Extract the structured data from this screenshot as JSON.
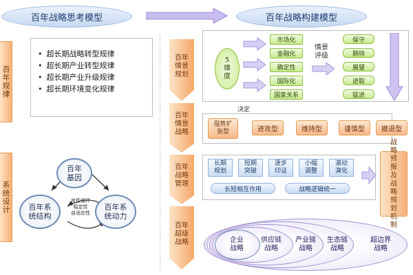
{
  "left_title": "百年战略思考模型",
  "right_title": "百年战略构建模型",
  "left_side_top": "百年规律",
  "left_side_bottom": "系统设计",
  "rules": [
    "超长期战略转型规律",
    "超长期产业转型规律",
    "超长期产业升级规律",
    "超长期环境变化规律"
  ],
  "system_circles": {
    "gene": "百年基因",
    "structure": "百年系统结构",
    "dynamics": "百年系统动力"
  },
  "center_labels": [
    "良性循环",
    "稳定性",
    "自适应性"
  ],
  "steps": [
    "百年情景规划",
    "百年情景战略",
    "百年战略管理",
    "百年超级战略"
  ],
  "five_dimension": "5维度",
  "dimensions": [
    "市场化",
    "金融化",
    "确定性",
    "国际化",
    "国家关系"
  ],
  "scenario_eval": "情景评级",
  "levels": [
    "保守",
    "期待",
    "展望",
    "进取",
    "猛进"
  ],
  "decision_label": "决定",
  "strategy_types": [
    "强势扩张型",
    "进攻型",
    "维持型",
    "谨慎型",
    "撤退型"
  ],
  "management_steps": [
    "长期规划",
    "短期突破",
    "逐步印证",
    "小幅调整",
    "滚动演化"
  ],
  "interaction_bars": [
    "长短相互作用",
    "战略逻辑统一"
  ],
  "management_side": "战略预报及战略规划机制",
  "super_strategies": [
    "企业战略",
    "供应链战略",
    "产业链战略",
    "生态链战略",
    "超边界战略"
  ],
  "colors": {
    "title_blue": "#c7d9f1",
    "orange": "#f4a869",
    "green": "#c8ea8e",
    "purple_arrow": "#b9a7e6"
  }
}
